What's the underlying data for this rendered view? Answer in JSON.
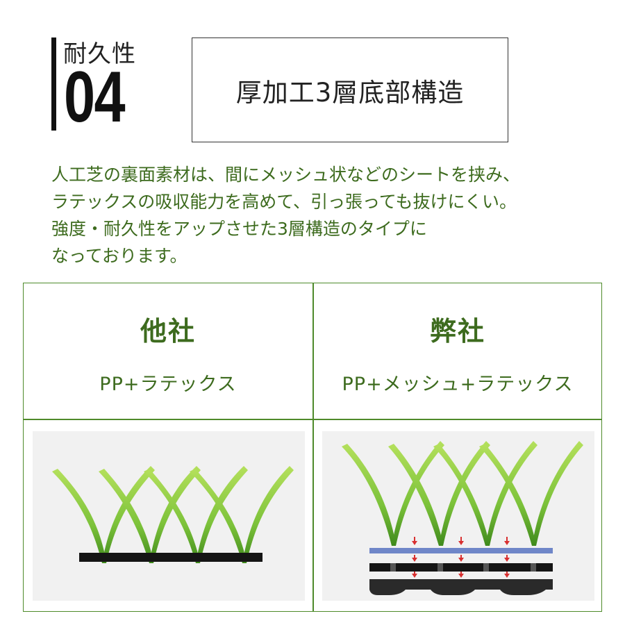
{
  "header": {
    "feature_label": "耐久性",
    "feature_number": "04",
    "title": "厚加工3層底部構造"
  },
  "description": {
    "lines": [
      "人工芝の裏面素材は、間にメッシュ状などのシートを挟み、",
      "ラテックスの吸収能力を高めて、引っ張っても抜けにくい。",
      "強度・耐久性をアップさせた3層構造のタイプに",
      "なっております。"
    ]
  },
  "comparison": {
    "left": {
      "title": "他社",
      "subtitle": "PP+ラテックス"
    },
    "right": {
      "title": "弊社",
      "subtitle": "PP+メッシュ+ラテックス"
    }
  },
  "colors": {
    "accent_green": "#3d6b1e",
    "border_green": "#4e8a2a",
    "grass_light": "#9ed44a",
    "grass_dark": "#3f8a1c",
    "mesh_blue": "#6f86c8",
    "arrow_red": "#d83030"
  }
}
